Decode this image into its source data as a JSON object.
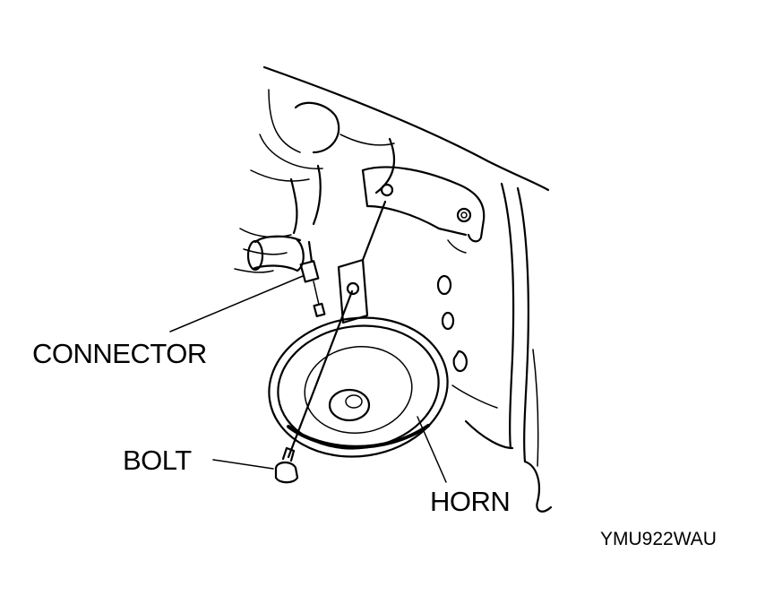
{
  "labels": {
    "connector": "CONNECTOR",
    "bolt": "BOLT",
    "horn": "HORN"
  },
  "figure_code": "YMU922WAU"
}
